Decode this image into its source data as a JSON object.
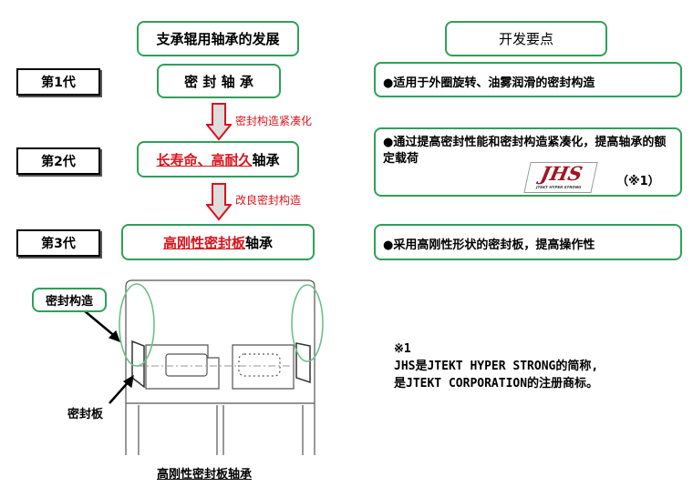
{
  "header": {
    "left": "支承辊用轴承的发展",
    "right": "开发要点"
  },
  "generations": [
    {
      "label": "第1代",
      "title_plain": "密 封 轴 承",
      "title_red": "",
      "point": "●适用于外圈旋转、油雾润滑的密封构造"
    },
    {
      "label": "第2代",
      "title_red": "长寿命、高耐久",
      "title_plain": "轴承",
      "point": "●通过提高密封性能和密封构造紧凑化，提高轴承的额定载荷",
      "point_ref": "（※1）"
    },
    {
      "label": "第3代",
      "title_red": "高刚性密封板",
      "title_plain": "轴承",
      "point": "●采用高刚性形状的密封板，提高操作性"
    }
  ],
  "arrows": [
    "密封构造紧凑化",
    "改良密封构造"
  ],
  "logo": {
    "text": "JHS",
    "sub": "JTEKT HYPER STRONG"
  },
  "figure": {
    "callout_structure": "密封构造",
    "callout_plate": "密封板",
    "caption": "高刚性密封板轴承"
  },
  "note": {
    "mark": "※1",
    "line1": "JHS是JTEKT HYPER STRONG的简称,",
    "line2": "是JTEKT CORPORATION的注册商标。"
  },
  "colors": {
    "box_border": "#2ea05a",
    "accent_red": "#d8141c"
  }
}
